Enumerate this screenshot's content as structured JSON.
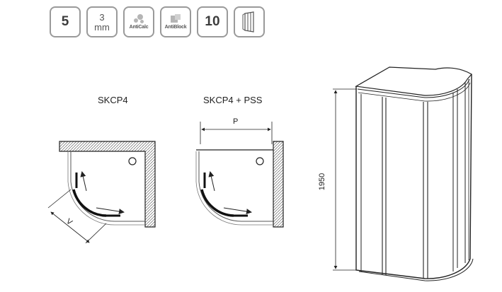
{
  "feature_icons": {
    "glass_thickness": "5",
    "glass_thickness_small": "3",
    "glass_unit": "mm",
    "anticalc": "AntiCalc",
    "antiblock": "AntiBlock",
    "warranty": "10"
  },
  "diagrams": {
    "left_title": "SKCP4",
    "right_title": "SKCP4 + PSS",
    "dimension_v": "V",
    "dimension_p": "P",
    "height_dimension": "1950"
  },
  "colors": {
    "outline": "#222222",
    "icon_border": "#9a9a9a",
    "icon_glyph": "#b5b5b5"
  }
}
